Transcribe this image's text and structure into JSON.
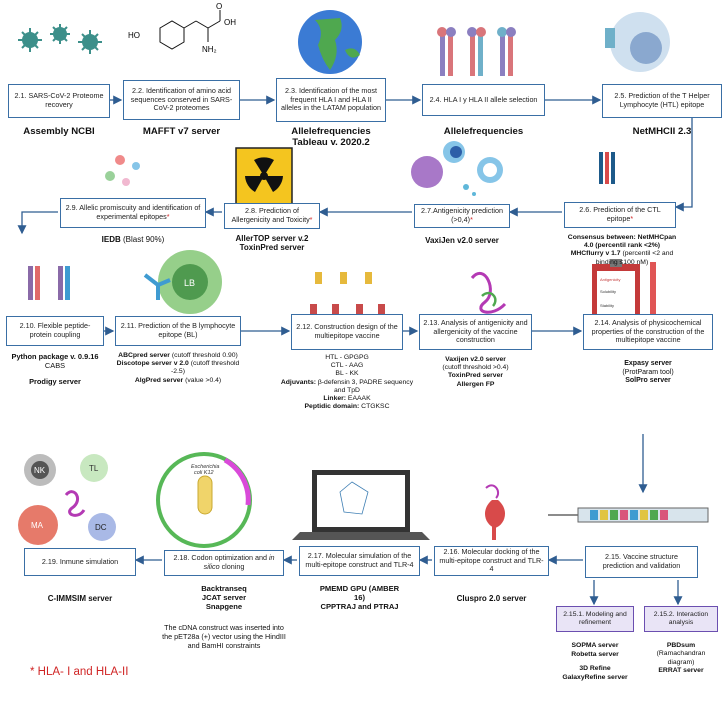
{
  "steps": {
    "s2_1": {
      "label": "2.1. SARS-CoV-2 Proteome recovery",
      "tool": "Assembly NCBI"
    },
    "s2_2": {
      "label": "2.2. Identification of amino acid sequences conserved in SARS-CoV-2 proteomes",
      "tool": "MAFFT v7 server"
    },
    "s2_3": {
      "label": "2.3. Identification of the most frequent HLA I and HLA II alleles in the LATAM population",
      "tool_line1": "Allelefrequencies",
      "tool_line2": "Tableau v. 2020.2"
    },
    "s2_4": {
      "label": "2.4. HLA I y HLA II allele selection",
      "tool": "Allelefrequencies"
    },
    "s2_5": {
      "label": "2.5. Prediction of the T Helper Lymphocyte (HTL) epitope",
      "tool": "NetMHCII 2.3"
    },
    "s2_6": {
      "label_main": "2.6. Prediction of the CTL epitope",
      "asterisk": "*",
      "tool_line1": "Consensus between: NetMHCpan",
      "tool_line2": "4.0 (percentil rank <2%)",
      "tool_line3_bold": "MHCflurry v 1.7",
      "tool_line3_rest": " (percentil <2 and",
      "tool_line4": "binding ≤100 nM)"
    },
    "s2_7": {
      "label_main": "2.7.Antigenicity prediction (>0,4)",
      "asterisk": "*",
      "tool": "VaxiJen  v2.0 server"
    },
    "s2_8": {
      "label_main": "2.8. Prediction of Allergenicity and Toxicity",
      "asterisk": "*",
      "tool_line1": "AllerTOP  server v.2",
      "tool_line2": "ToxinPred server"
    },
    "s2_9": {
      "label_main": "2.9. Allelic promiscuity and identification of experimental epitopes",
      "asterisk": "*",
      "tool_bold": "IEDB",
      "tool_rest": " (Blast  90%)"
    },
    "s2_10": {
      "label": "2.10. Flexible peptide-protein coupling",
      "tool_line1": "Python package v. 0.9.16",
      "tool_line2": "CABS",
      "tool_line3": "Prodigy server"
    },
    "s2_11": {
      "label": "2.11. Prediction of the B lymphocyte epitope (BL)",
      "t1b": "ABCpred server",
      "t1r": " (cutoff threshold 0.90)",
      "t2b": "Discotope server v 2.0",
      "t2r": " (cutoff threshold",
      "t3r": "-2.5)",
      "t4b": "AlgPred server",
      "t4r": " (value >0.4)"
    },
    "s2_12": {
      "label": "2.12. Construction design of the multiepitope vaccine",
      "htl": "HTL - GPGPG",
      "ctl": "CTL - AAG",
      "bl": "BL -  KK",
      "adj_b": "Adjuvants:",
      "adj_r": " β-defensin 3, PADRE sequency",
      "adj2": "and TpD",
      "link_b": "Linker:",
      "link_r": " EAAAK",
      "pep_b": "Peptidic domain:",
      "pep_r": " CTGKSC"
    },
    "s2_13": {
      "label": "2.13. Analysis of antigenicity and allergenicity of the vaccine construction",
      "t1b": "Vaxijen v2.0 server",
      "t2": "(cutoff threshold >0.4)",
      "t3b": "ToxinPred server",
      "t4b": "Allergen FP"
    },
    "s2_14": {
      "label": "2.14. Analysis of physicochemical properties of the construction of the multiepitope vaccine",
      "t1b": "Expasy server",
      "t2": "(ProtParam tool)",
      "t3b": "SolPro server"
    },
    "s2_15": {
      "label": "2.15. Vaccine structure prediction and validation"
    },
    "s2_15_1": {
      "label": "2.15.1. Modeling and refinement",
      "t1": "SOPMA server",
      "t2": "Robetta server",
      "t3": "3D Refine",
      "t4": "GalaxyRefine server"
    },
    "s2_15_2": {
      "label": "2.15.2. Interaction analysis",
      "t1b": "PBDsum",
      "t2": "(Ramachandran",
      "t3": "diagram)",
      "t4b": "ERRAT server"
    },
    "s2_16": {
      "label": "2.16. Molecular docking  of the multi-epitope construct and TLR-4",
      "tool": "Cluspro 2.0 server"
    },
    "s2_17": {
      "label": "2.17. Molecular simulation of the multi-epitope construct and TLR-4",
      "t1": "PMEMD GPU  (AMBER",
      "t2": "16)",
      "t3": "CPPTRAJ and PTRAJ"
    },
    "s2_18": {
      "label_a": "2.18. Codon optimization and ",
      "label_i": "in silico",
      "label_b": " cloning",
      "t1": "Backtranseq",
      "t2": "JCAT server",
      "t3": "Snapgene",
      "n1": "The cDNA construct was inserted into",
      "n2": "the pET28a (+) vector using the HindIII",
      "n3": "and BamHI constraints"
    },
    "s2_19": {
      "label": "2.19. Inmune simulation",
      "tool": "C-IMMSIM server"
    }
  },
  "illustrations": {
    "amino_acid": {
      "oh_left": "HO",
      "oh_right": "OH",
      "o": "O",
      "nh2": "NH₂"
    },
    "b_cell": "LB",
    "immune_cells": {
      "nk": "NK",
      "tl": "TL",
      "ma": "MA",
      "dc": "DC"
    },
    "bacterium_l1": "Escherichia",
    "bacterium_l2": "coli K12",
    "clipboard": {
      "title": "Antigenicity",
      "line1": "Solubility",
      "line2": "Stability"
    }
  },
  "footnote": "* HLA- I and HLA-II",
  "colors": {
    "box_border": "#3a6fa5",
    "arrow": "#2f5d91",
    "sub_border": "#6b4fb0",
    "sub_fill": "#e9e4f6",
    "asterisk": "#d02424"
  }
}
